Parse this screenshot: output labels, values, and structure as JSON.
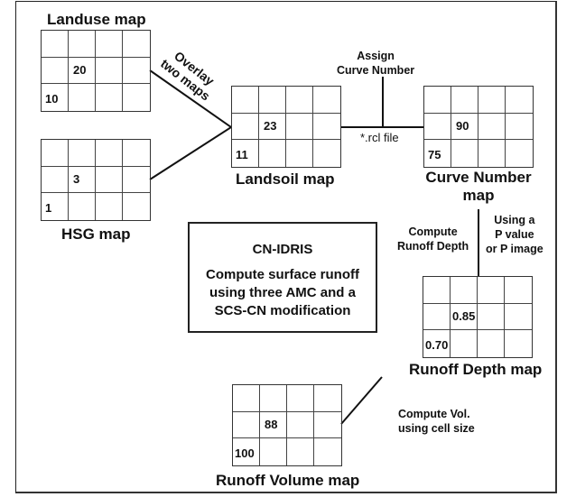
{
  "diagram": {
    "frame": "workflow",
    "maps": {
      "landuse": {
        "title": "Landuse map",
        "cell_mid": "20",
        "cell_low": "10"
      },
      "hsg": {
        "title": "HSG map",
        "cell_mid": "3",
        "cell_low": "1"
      },
      "landsoil": {
        "title": "Landsoil map",
        "cell_mid": "23",
        "cell_low": "11"
      },
      "curve_number": {
        "title_line1": "Curve Number",
        "title_line2": "map",
        "cell_mid": "90",
        "cell_low": "75"
      },
      "runoff_depth": {
        "title": "Runoff Depth map",
        "cell_mid": "0.85",
        "cell_low": "0.70"
      },
      "runoff_volume": {
        "title": "Runoff Volume map",
        "cell_mid": "88",
        "cell_low": "100"
      }
    },
    "steps": {
      "overlay_line1": "Overlay",
      "overlay_line2": "two maps",
      "assign_line1": "Assign",
      "assign_line2": "Curve Number",
      "rcl_file": "*.rcl file",
      "compute_depth_line1": "Compute",
      "compute_depth_line2": "Runoff Depth",
      "p_value_line1": "Using a",
      "p_value_line2": "P value",
      "p_value_line3": "or P image",
      "compute_vol_line1": "Compute Vol.",
      "compute_vol_line2": "using cell size"
    },
    "center_box": {
      "heading": "CN-IDRIS",
      "line1": "Compute surface runoff",
      "line2": "using three AMC and a",
      "line3": "SCS-CN modification"
    }
  }
}
